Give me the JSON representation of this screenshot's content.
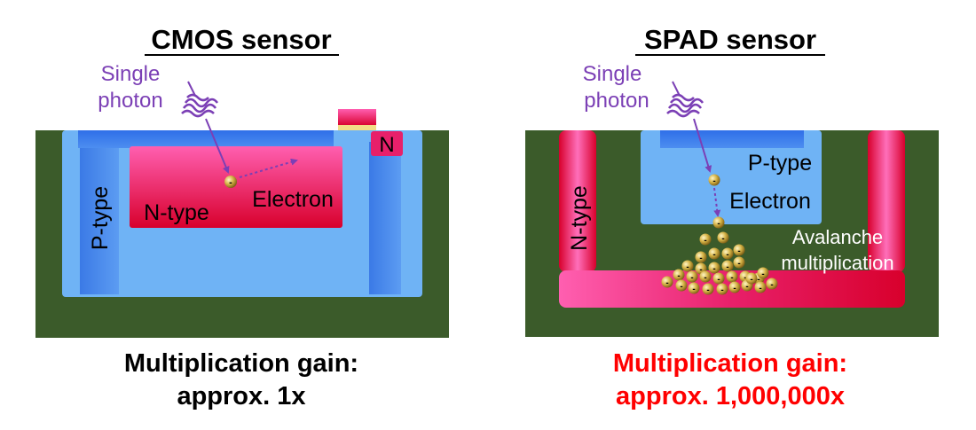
{
  "cmos": {
    "title": "CMOS sensor",
    "photon_label_line1": "Single",
    "photon_label_line2": "photon",
    "electron_label": "Electron",
    "n_type_label": "N-type",
    "p_type_label": "P-type",
    "n_contact_label": "N",
    "gain_line1": "Multiplication gain:",
    "gain_line2": "approx. 1x"
  },
  "spad": {
    "title": "SPAD sensor",
    "photon_label_line1": "Single",
    "photon_label_line2": "photon",
    "p_type_label": "P-type",
    "electron_label": "Electron",
    "n_type_label": "N-type",
    "avalanche_line1": "Avalanche",
    "avalanche_line2": "multiplication",
    "gain_line1": "Multiplication gain:",
    "gain_line2": "approx. 1,000,000x"
  },
  "electron_symbol": "-",
  "colors": {
    "substrate": "#3b5b2a",
    "p_type": "#6fb3f5",
    "n_type": "#e0145a",
    "photon": "#7b3fb5",
    "gain_highlight": "#ff0000",
    "text": "#000000"
  }
}
